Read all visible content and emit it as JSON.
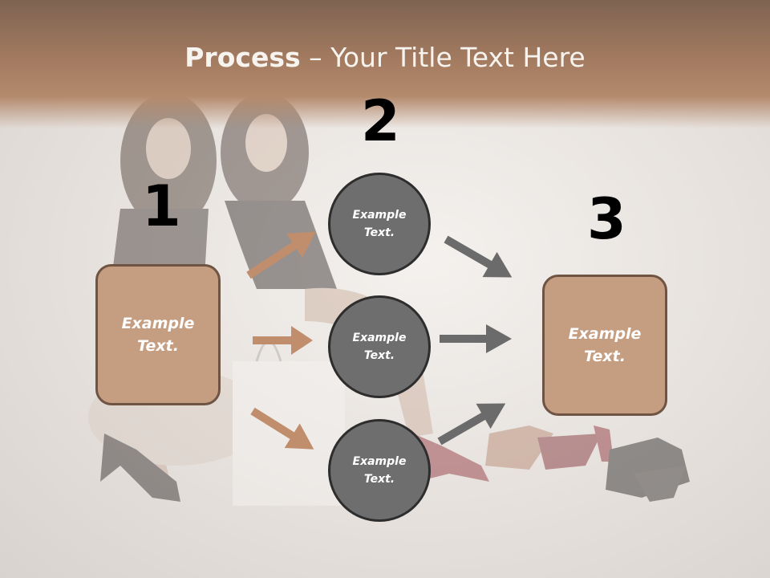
{
  "title": {
    "bold": "Process",
    "rest": " – Your Title Text Here"
  },
  "steps": {
    "one": "1",
    "two": "2",
    "three": "3"
  },
  "left_box": {
    "line1": "Example",
    "line2": "Text."
  },
  "right_box": {
    "line1": "Example",
    "line2": "Text."
  },
  "circles": [
    {
      "line1": "Example",
      "line2": "Text."
    },
    {
      "line1": "Example",
      "line2": "Text."
    },
    {
      "line1": "Example",
      "line2": "Text."
    }
  ],
  "colors": {
    "accent_tan": "#c59e82",
    "circle_gray": "#6e6e6e",
    "arrow_tan": "#c08e6c",
    "arrow_gray": "#6b6b6b"
  }
}
